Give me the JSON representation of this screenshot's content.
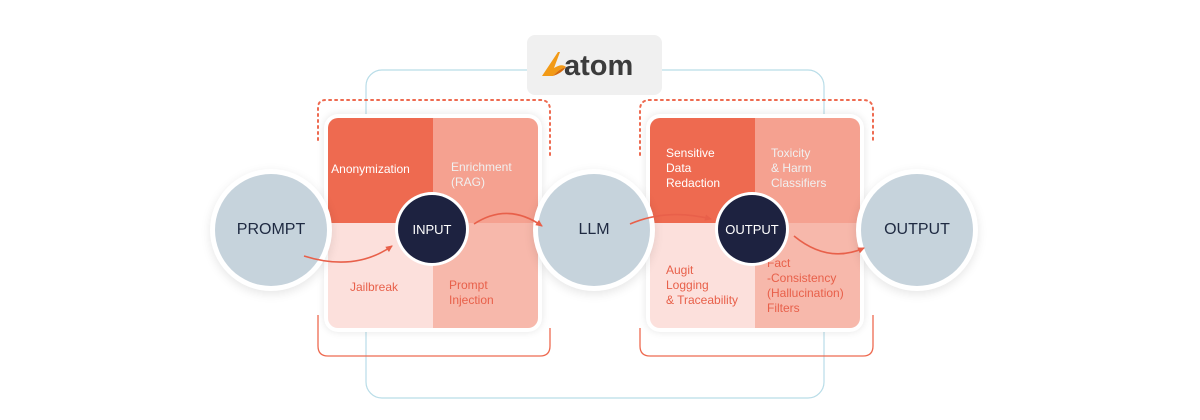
{
  "logo": {
    "text": "atom"
  },
  "colors": {
    "accent": "#ee6a50",
    "accent_light": "#f5a190",
    "cell_pale": "#fce0dc",
    "cell_mid": "#f7b8ab",
    "node_gray": "#c6d3dc",
    "node_dark": "#1d2240",
    "loop_line": "#b9dde8"
  },
  "nodes": {
    "prompt": "PROMPT",
    "llm": "LLM",
    "final_output": "OUTPUT"
  },
  "input_block": {
    "center_label": "INPUT",
    "cells": {
      "top_left": "Anonymization",
      "top_right": "Enrichment\n(RAG)",
      "bottom_left": "Jailbreak",
      "bottom_right": "Prompt\nInjection"
    }
  },
  "output_block": {
    "center_label": "OUTPUT",
    "cells": {
      "top_left": "Sensitive\nData\nRedaction",
      "top_right": "Toxicity\n& Harm\nClassifiers",
      "bottom_left": "Augit\nLogging\n& Traceability",
      "bottom_right": "Fact\n-Consistency\n(Hallucination)\nFilters"
    }
  }
}
